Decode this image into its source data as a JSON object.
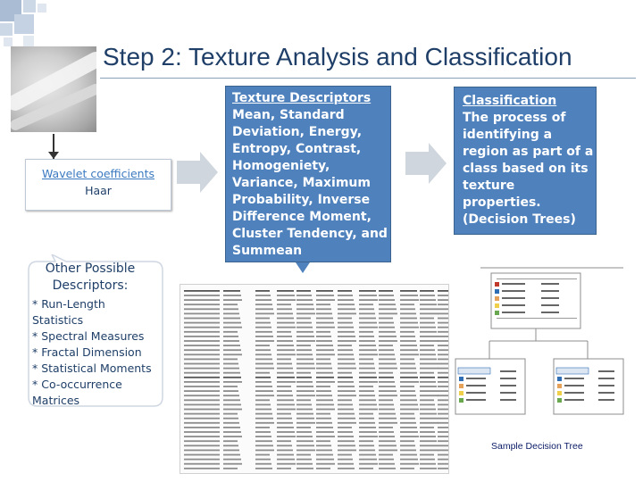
{
  "slide": {
    "title": "Step 2: Texture Analysis and Classification"
  },
  "wavelet": {
    "label": "Wavelet coefficients",
    "sublabel": "Haar"
  },
  "texture": {
    "heading": "Texture Descriptors",
    "body": "Mean, Standard Deviation, Energy, Entropy, Contrast, Homogeniety, Variance, Maximum Probability, Inverse Difference Moment, Cluster Tendency, and Summean"
  },
  "classification": {
    "heading": "Classification",
    "body": "The process of identifying a region as part of a class based on its texture properties. (Decision Trees)"
  },
  "other": {
    "title": "Other Possible Descriptors:",
    "items": [
      "* Run-Length Statistics",
      "* Spectral Measures",
      "* Fractal Dimension",
      "* Statistical Moments",
      "* Co-occurrence Matrices"
    ]
  },
  "tree": {
    "caption": "Sample Decision Tree"
  },
  "colors": {
    "accent_blue": "#4f81bd",
    "title_navy": "#1f3f68",
    "link_blue": "#3b79c0",
    "arrow_gray": "#d0d6dd"
  },
  "icons": {
    "corner": "corner-squares-decoration",
    "arrow": "chevron-arrow-icon"
  }
}
